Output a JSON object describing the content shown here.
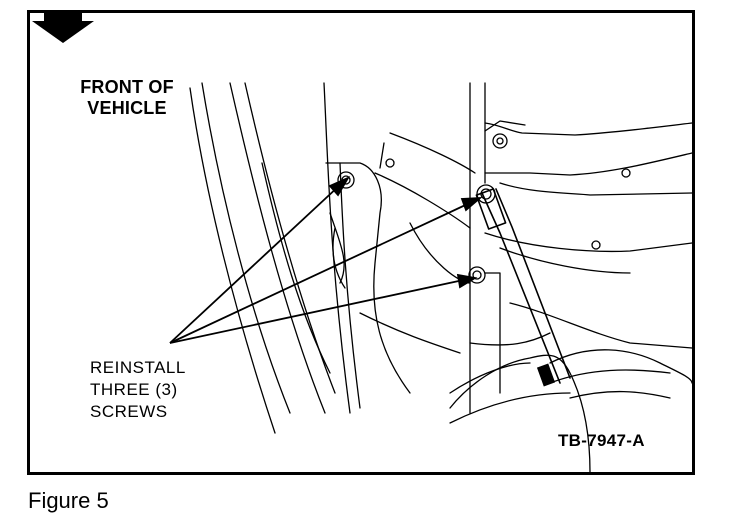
{
  "figure": {
    "front_label_line1": "FRONT OF",
    "front_label_line2": "VEHICLE",
    "callout_line1": "REINSTALL",
    "callout_line2": "THREE (3)",
    "callout_line3": "SCREWS",
    "tag": "TB-7947-A",
    "caption": "Figure 5"
  }
}
